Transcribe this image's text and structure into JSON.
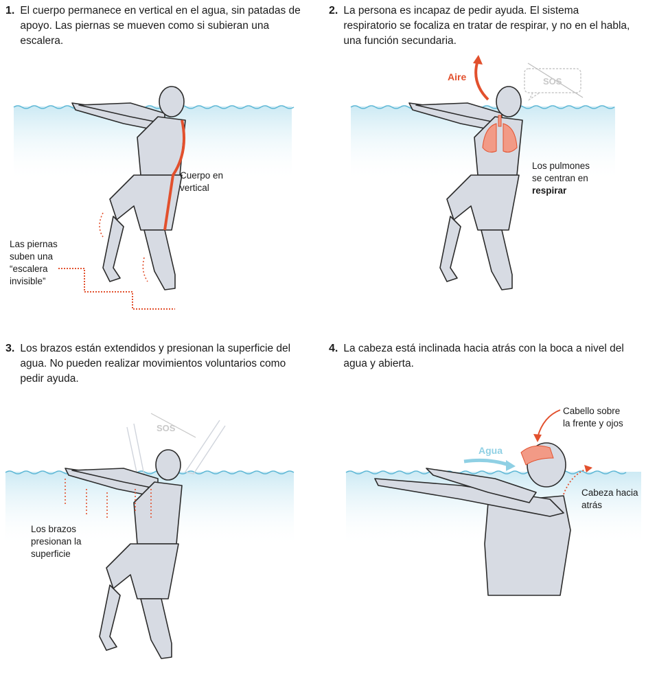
{
  "panels": [
    {
      "number": "1.",
      "caption": "El cuerpo permanece en vertical en el agua, sin patadas de apoyo. Las piernas se mueven como si subieran una escalera.",
      "notes": {
        "body": "Cuerpo en\nvertical",
        "legs": "Las piernas\nsuben una\n“escalera\ninvisible”"
      }
    },
    {
      "number": "2.",
      "caption": "La persona es incapaz de pedir ayuda. El sistema respiratorio se focaliza en tratar de respirar, y no en el habla, una función secundaria.",
      "notes": {
        "air": "Aire",
        "sos": "SOS",
        "lungs_prefix": "Los pulmones\nse centran en",
        "lungs_bold": "respirar"
      }
    },
    {
      "number": "3.",
      "caption": "Los brazos están extendidos y presionan la superficie del agua. No pueden realizar movimientos voluntarios como pedir ayuda.",
      "notes": {
        "sos": "SOS",
        "arms": "Los brazos\npresionan la\nsuperficie"
      }
    },
    {
      "number": "4.",
      "caption": "La cabeza está inclinada hacia atrás con la boca a nivel del agua y abierta.",
      "notes": {
        "water": "Agua",
        "hair": "Cabello sobre\nla frente y ojos",
        "head": "Cabeza hacia\natrás"
      }
    }
  ],
  "colors": {
    "accent_red": "#e2502d",
    "water_line": "#5fb8d6",
    "water_fill": "#dff2f8",
    "figure_fill": "#d7dbe3",
    "figure_stroke": "#2b2b2b"
  }
}
